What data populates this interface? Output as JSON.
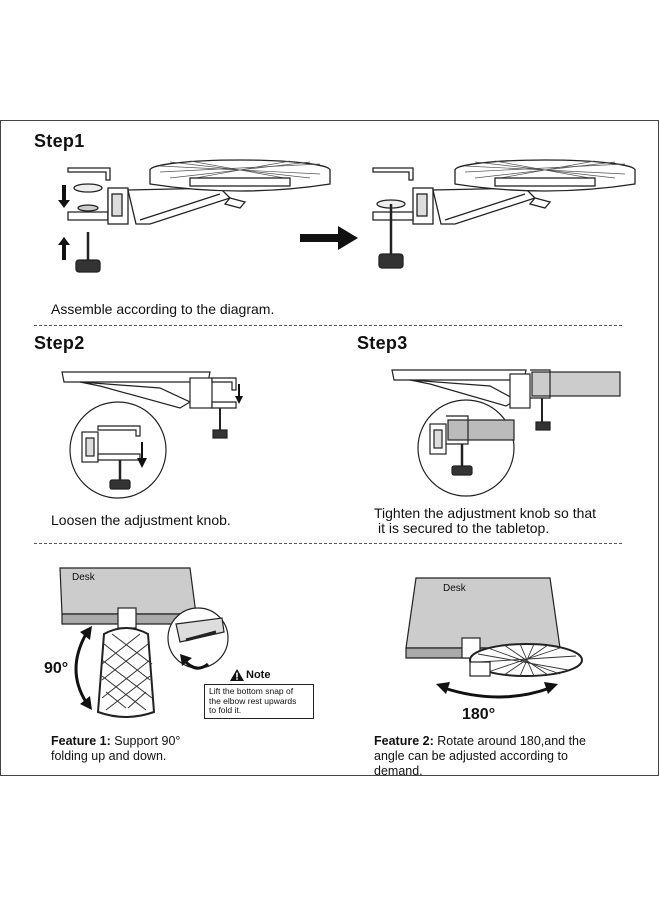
{
  "step1": {
    "title": "Step1",
    "caption": "Assemble according to the diagram."
  },
  "step2": {
    "title": "Step2",
    "caption": "Loosen the adjustment knob."
  },
  "step3": {
    "title": "Step3",
    "caption_line1": "Tighten the adjustment knob so that",
    "caption_line2": "it is secured to the tabletop."
  },
  "feature1": {
    "desk_label": "Desk",
    "angle_label": "90°",
    "note_title": "Note",
    "note_line1": "Lift the bottom snap of",
    "note_line2": "the elbow rest upwards",
    "note_line3": "to fold it.",
    "label": "Feature 1:",
    "text_line1": "Support 90°",
    "text_line2": "folding up and down."
  },
  "feature2": {
    "desk_label": "Desk",
    "angle_label": "180°",
    "label": "Feature 2:",
    "text_line1": "Rotate around 180,and the",
    "text_line2": "angle can be adjusted according to",
    "text_line3": "demand."
  },
  "icons": {
    "warning": "warning-triangle-icon",
    "arrow": "right-arrow-icon"
  }
}
